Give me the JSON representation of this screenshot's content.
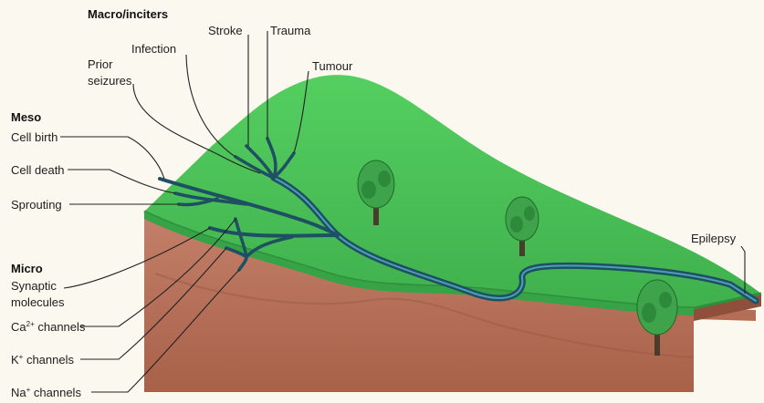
{
  "headings": {
    "macro": "Macro/inciters",
    "meso": "Meso",
    "micro": "Micro"
  },
  "labels": {
    "stroke": "Stroke",
    "trauma": "Trauma",
    "infection": "Infection",
    "tumour": "Tumour",
    "prior_seizures_line1": "Prior",
    "prior_seizures_line2": "seizures",
    "cell_birth": "Cell birth",
    "cell_death": "Cell death",
    "sprouting": "Sprouting",
    "synaptic_line1": "Synaptic",
    "synaptic_line2": "molecules",
    "ca_channels_prefix": "Ca",
    "ca_channels_sup": "2+",
    "ca_channels_suffix": " channels",
    "k_channels_prefix": "K",
    "k_channels_sup": "+",
    "k_channels_suffix": " channels",
    "na_channels_prefix": "Na",
    "na_channels_sup": "+",
    "na_channels_suffix": " channels",
    "epilepsy": "Epilepsy"
  },
  "colors": {
    "grass_top": "#4ec85a",
    "grass_edge": "#2f9a3e",
    "soil": "#b9745a",
    "soil_dark": "#9a5a44",
    "river": "#1f4f63"
  }
}
